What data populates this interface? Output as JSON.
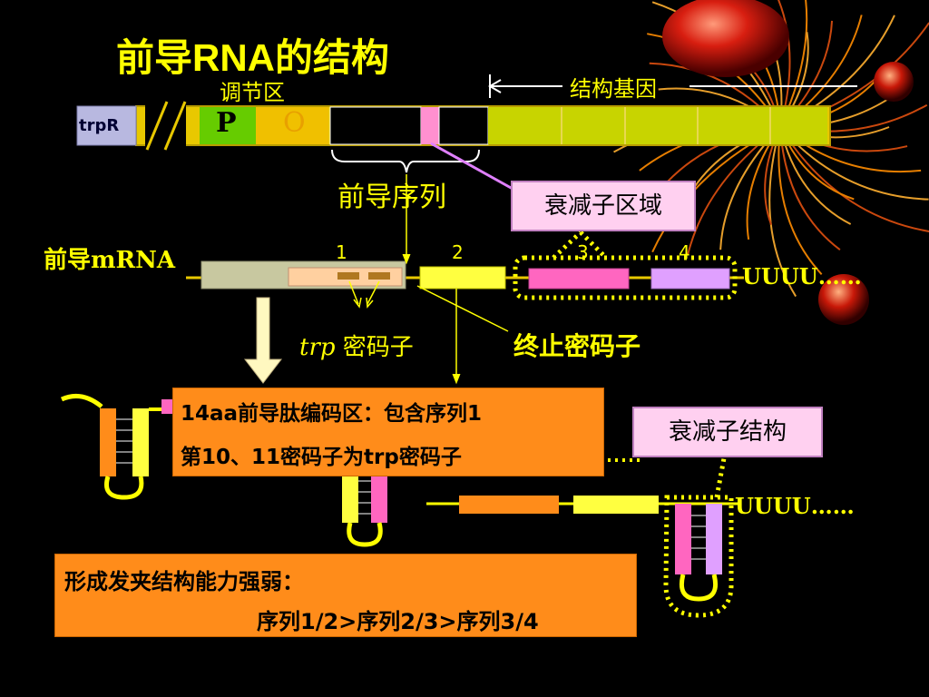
{
  "title_cn": "前导",
  "title_latin": "RNA",
  "title_cn2": "的结构",
  "regulatory_region_label": "调节区",
  "structural_genes_label": "结构基因",
  "trpR_label": "trpR",
  "promoter_label": "P",
  "operator_label": "O",
  "leader_sequence_label": "前导序列",
  "attenuator_region_label": "衰减子区域",
  "leader_mrna_label": "前导mRNA",
  "region_numbers": [
    "1",
    "2",
    "3",
    "4"
  ],
  "poly_u_top": "UUUU……",
  "poly_u_bottom": "UUUU……",
  "trp_codon_label_italic": "trp",
  "trp_codon_label_rest": " 密码子",
  "stop_codon_label": "终止密码子",
  "peptide_box_line1": "14aa前导肽编码区：包含序列1",
  "peptide_box_line2": "第10、11密码子为trp密码子",
  "attenuator_structure_label": "衰减子结构",
  "hairpin_box_line1": "形成发夹结构能力强弱：",
  "hairpin_box_line2": "序列1/2>序列2/3>序列3/4",
  "colors": {
    "background": "#000000",
    "title": "#ffff00",
    "dna_bar": "#e8c800",
    "structural_gene": "#c8d400",
    "promoter": "#66cc00",
    "trpR": "#b8b8e0",
    "region1": "#ffd0a0",
    "region2": "#ffff40",
    "region3": "#ff66c0",
    "region4": "#e0a0ff",
    "orange_box": "#ff8c1a"
  }
}
